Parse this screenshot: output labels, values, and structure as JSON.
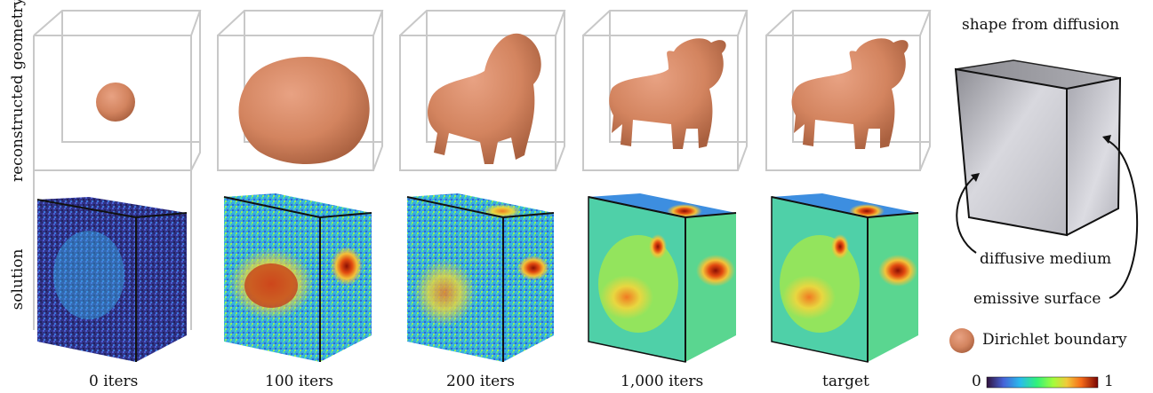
{
  "row_labels": {
    "geometry": "reconstructed geometry",
    "solution": "solution"
  },
  "columns": [
    {
      "label": "0 iters"
    },
    {
      "label": "100 iters"
    },
    {
      "label": "200 iters"
    },
    {
      "label": "1,000 iters"
    },
    {
      "label": "target"
    }
  ],
  "legend": {
    "title": "shape from diffusion",
    "medium": "diffusive medium",
    "surface": "emissive surface",
    "boundary": "Dirichlet boundary",
    "colorbar_min": "0",
    "colorbar_max": "1"
  },
  "colors": {
    "shape": "#d98b6a",
    "box_line": "#c8c8c8",
    "edge": "#111111"
  }
}
